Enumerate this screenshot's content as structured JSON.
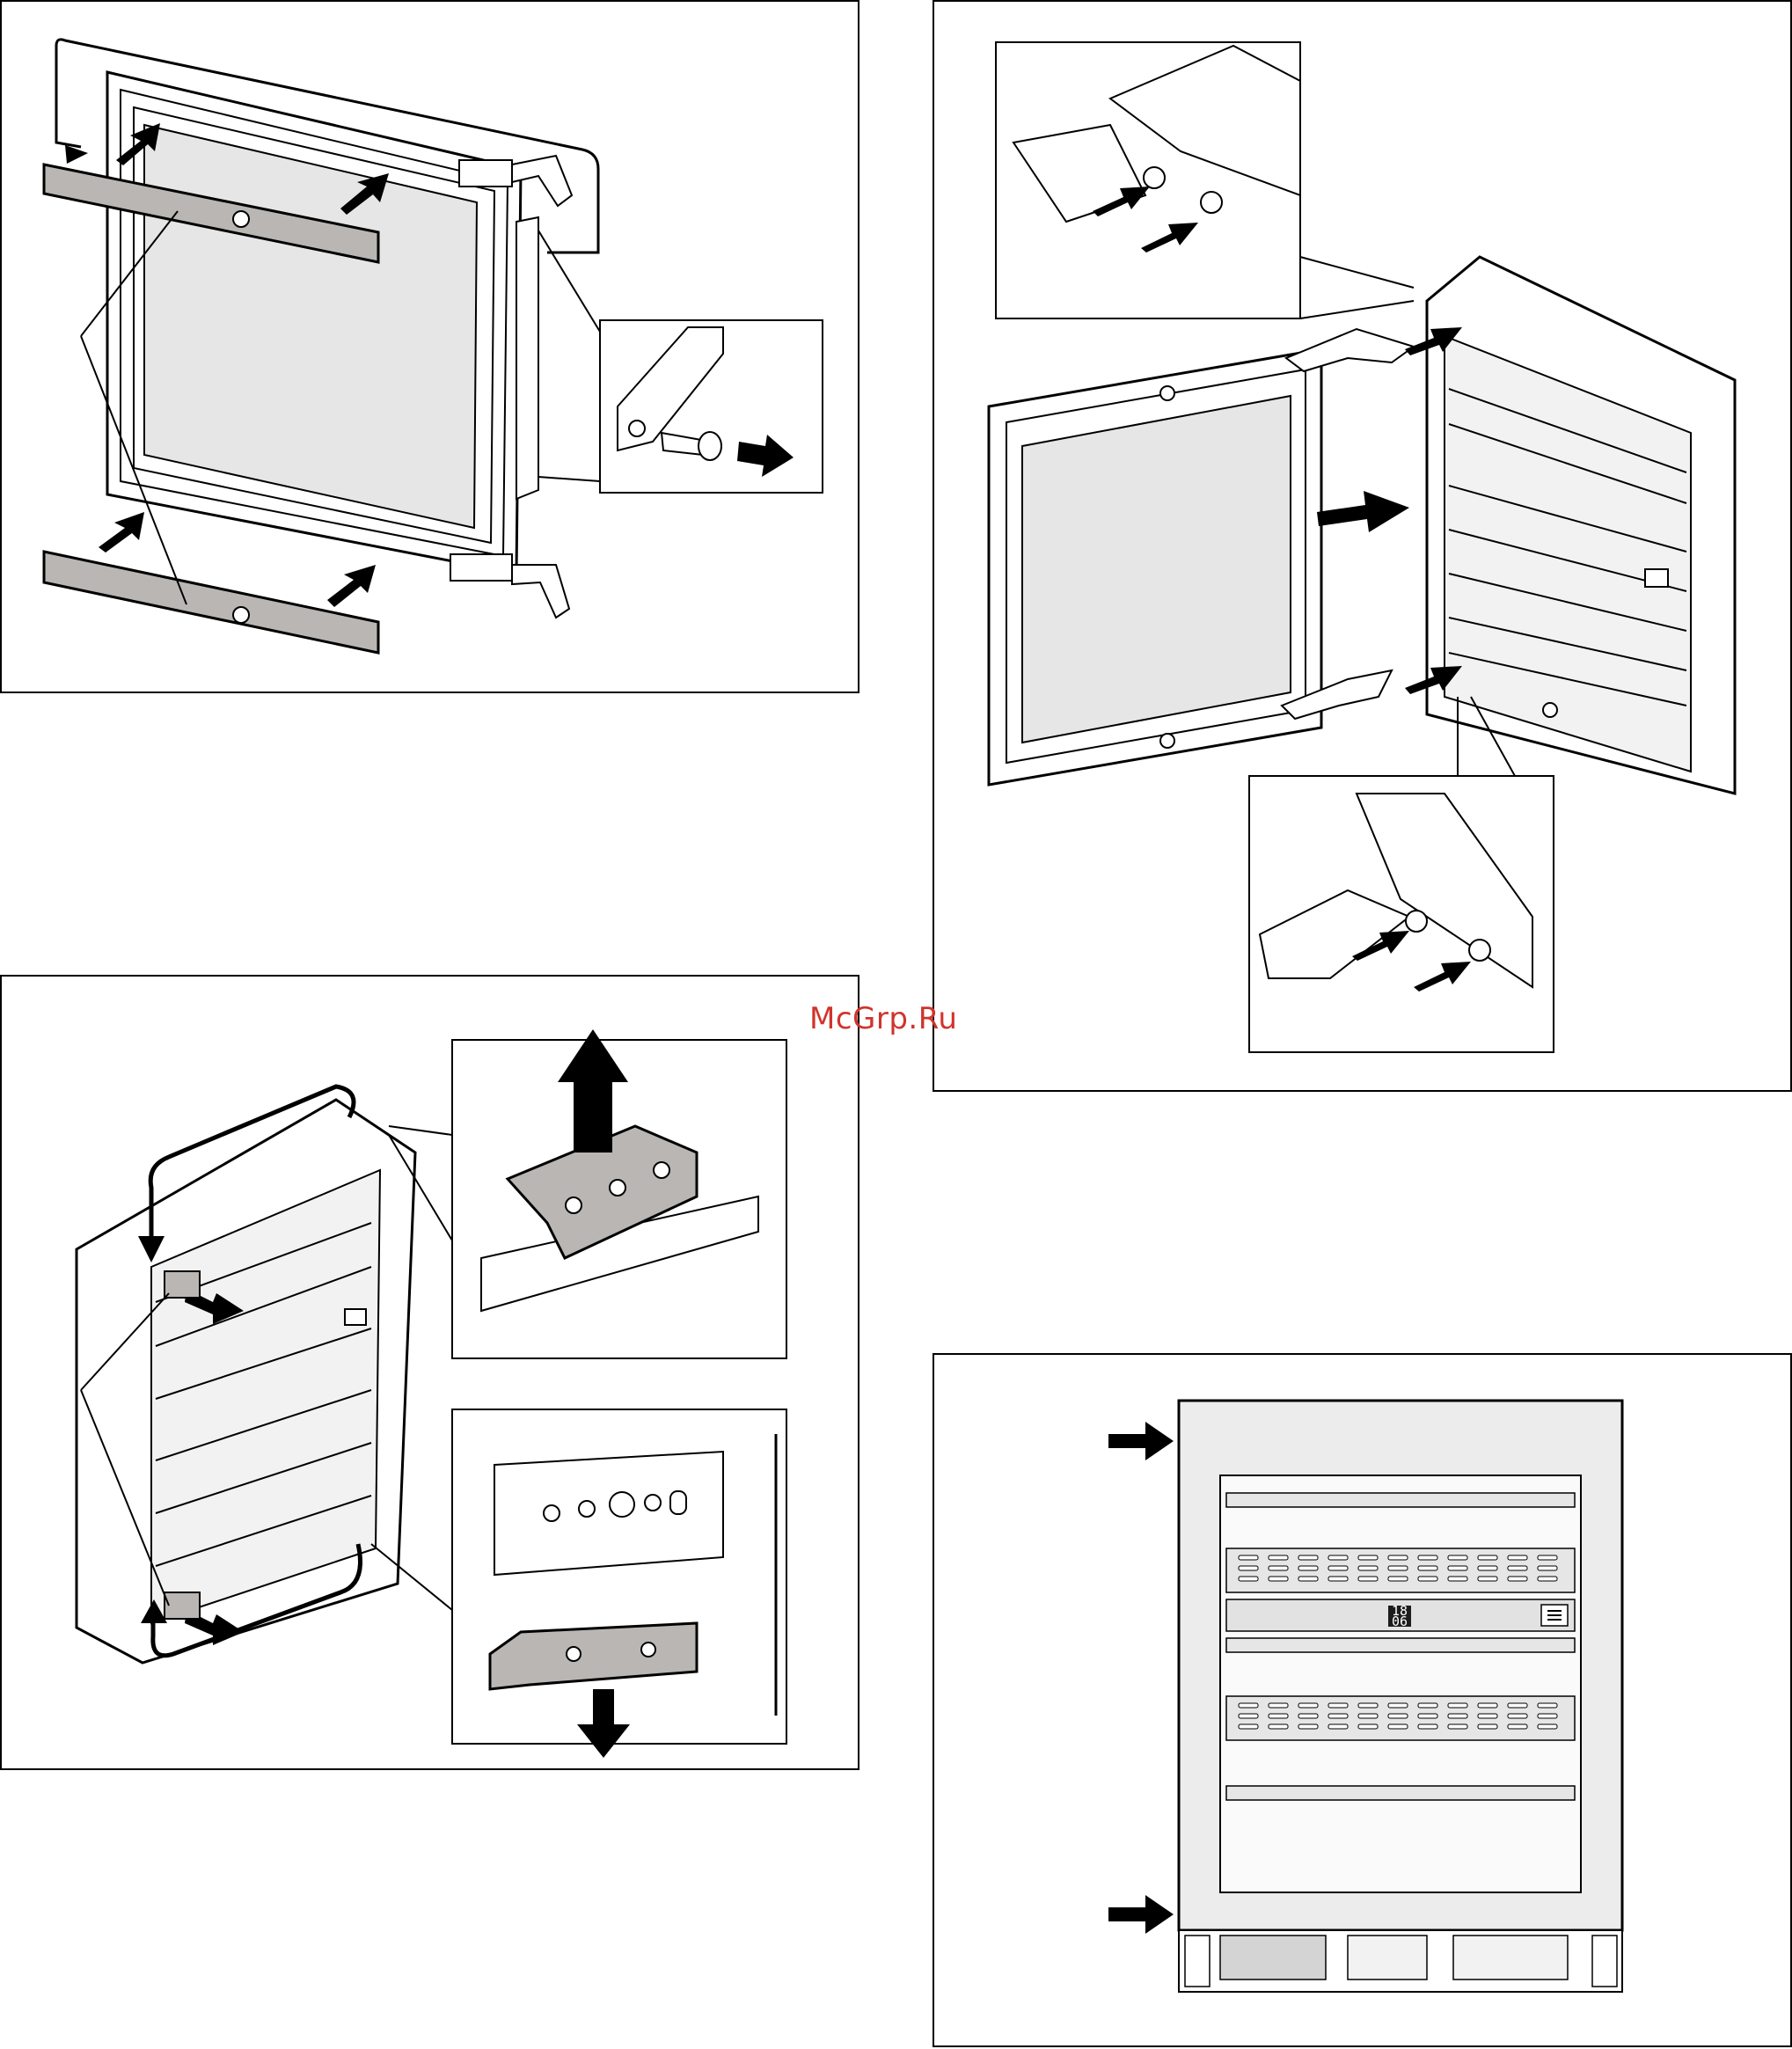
{
  "watermark": {
    "text": "McGrp.Ru"
  },
  "panels": [
    {
      "id": "door-frame-strips"
    },
    {
      "id": "door-hinge-removal"
    },
    {
      "id": "hinge-bracket-relocation"
    },
    {
      "id": "front-view-clearance"
    }
  ],
  "display": {
    "line1": "18",
    "line2": "06"
  },
  "colors": {
    "panel_border": "#000000",
    "strip_fill": "#b9b6b3",
    "glass_fill": "#ececec",
    "watermark": "#d0342c"
  },
  "icons": [
    "arrow-icon",
    "screw-icon",
    "hinge-icon",
    "bracket-icon"
  ]
}
